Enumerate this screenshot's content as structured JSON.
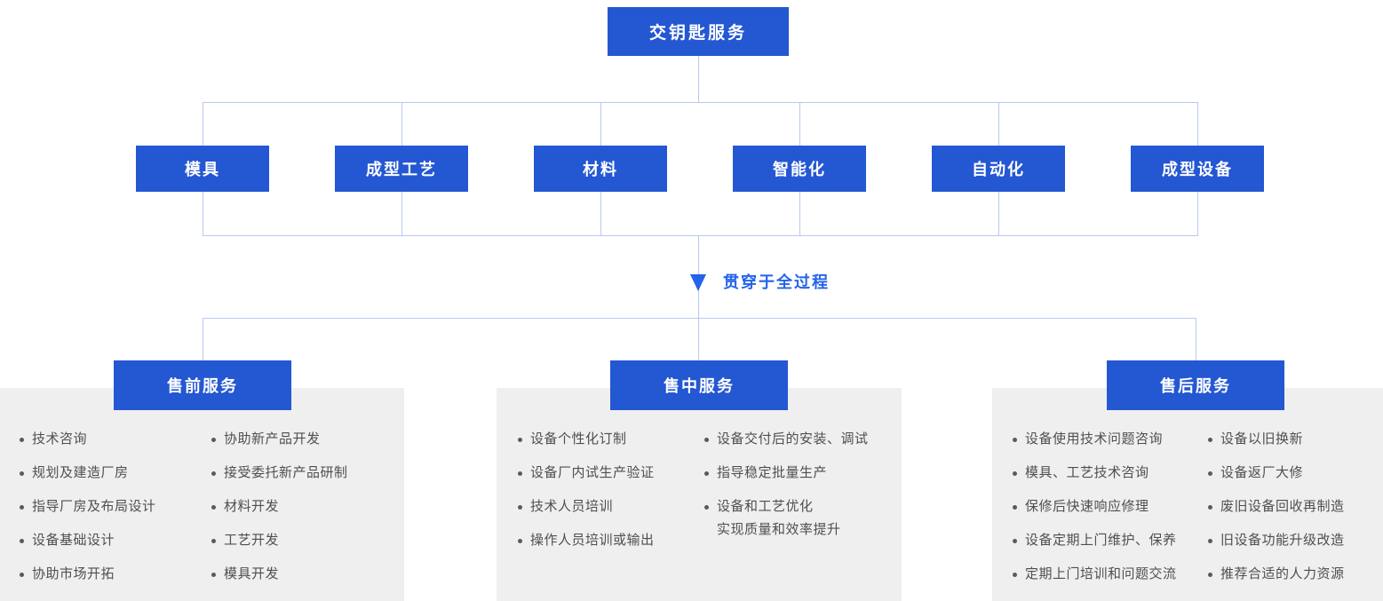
{
  "diagram": {
    "root": {
      "label": "交钥匙服务"
    },
    "capabilities": [
      "模具",
      "成型工艺",
      "材料",
      "智能化",
      "自动化",
      "成型设备"
    ],
    "process_note": {
      "arrow_icon": "triangle-down",
      "label": "贯穿于全过程"
    },
    "panels": [
      {
        "title": "售前服务",
        "col1": [
          "技术咨询",
          "规划及建造厂房",
          "指导厂房及布局设计",
          "设备基础设计",
          "协助市场开拓"
        ],
        "col2": [
          "协助新产品开发",
          "接受委托新产品研制",
          "材料开发",
          "工艺开发",
          "模具开发"
        ]
      },
      {
        "title": "售中服务",
        "col1": [
          "设备个性化订制",
          "设备厂内试生产验证",
          "技术人员培训",
          "操作人员培训或输出"
        ],
        "col2": [
          "设备交付后的安装、调试",
          "指导稳定批量生产",
          "设备和工艺优化"
        ],
        "col2_extra_line": "实现质量和效率提升"
      },
      {
        "title": "售后服务",
        "col1": [
          "设备使用技术问题咨询",
          "模具、工艺技术咨询",
          "保修后快速响应修理",
          "设备定期上门维护、保养",
          "定期上门培训和问题交流"
        ],
        "col2": [
          "设备以旧换新",
          "设备返厂大修",
          "废旧设备回收再制造",
          "旧设备功能升级改造",
          "推荐合适的人力资源"
        ]
      }
    ],
    "colors": {
      "node_blue": "#2457d2",
      "accent_blue": "#2563eb",
      "connector_blue": "#b9c9f2",
      "panel_gray": "#efefef",
      "list_text_gray": "#4f4f4f"
    }
  }
}
